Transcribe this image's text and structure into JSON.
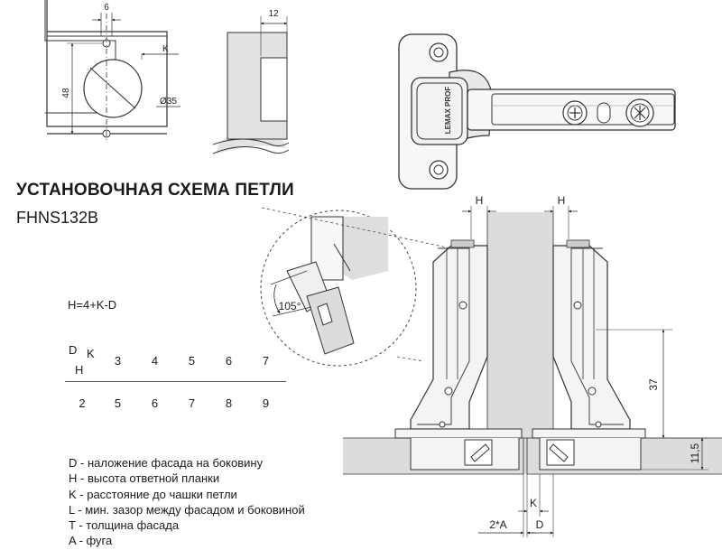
{
  "title": "УСТАНОВОЧНАЯ СХЕМА ПЕТЛИ",
  "model": "FHNS132B",
  "formula": "H=4+K-D",
  "table": {
    "header_d": "D",
    "header_k": "K",
    "header_h": "H",
    "k_values": [
      "3",
      "4",
      "5",
      "6",
      "7"
    ],
    "h_row_label": "2",
    "h_values": [
      "5",
      "6",
      "7",
      "8",
      "9"
    ]
  },
  "legend": [
    "D - наложение фасада на боковину",
    "H - высота ответной планки",
    "K - расстояние до чашки петли",
    "L - мин. зазор между фасадом и боковиной",
    "T - толщина фасада",
    "A - фуга"
  ],
  "dimensions": {
    "hole_offset": "6",
    "height": "48",
    "k_label": "K",
    "cup_diameter": "Ø35",
    "depth": "12",
    "angle": "105°",
    "h_left": "H",
    "h_right": "H",
    "height_37": "37",
    "height_11_5": "11,5",
    "k_bottom": "K",
    "gap": "2*A",
    "d_bottom": "D"
  },
  "brand": "LEMAX PROF"
}
